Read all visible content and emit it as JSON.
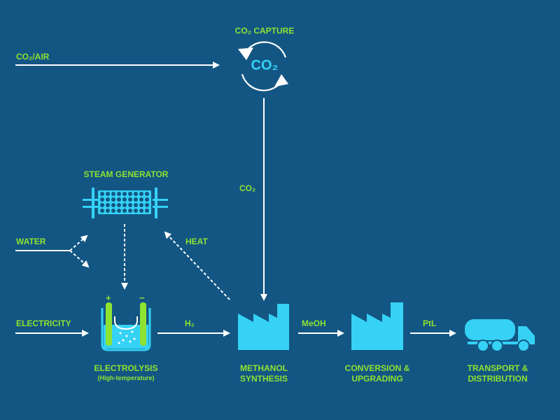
{
  "colors": {
    "background": "#135683",
    "label_green": "#8ee232",
    "icon_cyan": "#35d2f5",
    "line_white": "#ffffff",
    "electrode_green": "#8ee232"
  },
  "labels": {
    "co2_capture": "CO₂ CAPTURE",
    "co2_symbol": "CO₂",
    "co2_air": "CO₂/AIR",
    "co2_flow": "CO₂",
    "steam_generator": "STEAM GENERATOR",
    "water": "WATER",
    "heat": "HEAT",
    "electricity": "ELECTRICITY",
    "h2": "H₂",
    "meoh": "MeOH",
    "ptl": "PtL",
    "electrolysis": "ELECTROLYSIS",
    "electrolysis_sub": "(High-temperature)",
    "methanol_line1": "METHANOL",
    "methanol_line2": "SYNTHESIS",
    "conversion_line1": "CONVERSION &",
    "conversion_line2": "UPGRADING",
    "transport_line1": "TRANSPORT &",
    "transport_line2": "DISTRIBUTION",
    "plus": "+",
    "minus": "−"
  },
  "icons": {
    "co2_capture": "recycle-arrows-icon",
    "steam_generator": "heat-exchanger-icon",
    "electrolysis": "electrolysis-cell-icon",
    "methanol_synthesis": "factory-icon",
    "conversion": "factory-icon",
    "transport": "tanker-truck-icon"
  }
}
